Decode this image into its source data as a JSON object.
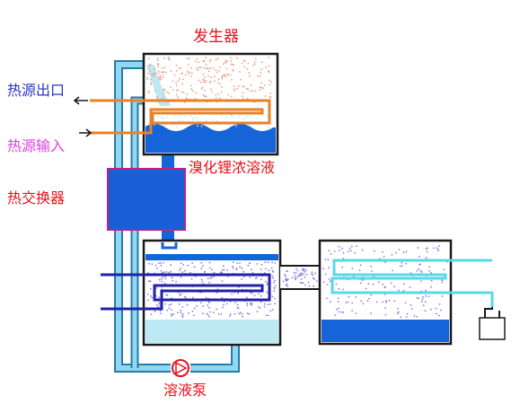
{
  "labels": {
    "generator": "发生器",
    "heat_out": "热源出口",
    "heat_in": "热源输入",
    "heat_exchanger": "热交换器",
    "concentrated_solution": "溴化锂浓溶液",
    "pump": "溶液泵"
  },
  "colors": {
    "label_red": "#e8101a",
    "label_blue": "#2a35c0",
    "label_magenta": "#e040e0",
    "vessel_outline": "#1a1a1a",
    "vessel_fill": "#ffffff",
    "liquid_dark": "#1565d8",
    "liquid_light": "#bde9f5",
    "pipe_cyan": "#8fd8f0",
    "pipe_cyan_edge": "#2a7aa8",
    "heat_pipe": "#e8822a",
    "exchanger_fill": "#1a5fd6",
    "exchanger_edge": "#c0208a",
    "coil_cyan": "#58d8e8",
    "coil_navy": "#2222a8",
    "spray": "#8a7ae0",
    "steam": "#e8a080"
  },
  "icons": {
    "pump": "pump-icon",
    "arrow_out": "arrow-left-icon",
    "arrow_in": "arrow-right-icon",
    "drain": "drain-trap-icon"
  }
}
